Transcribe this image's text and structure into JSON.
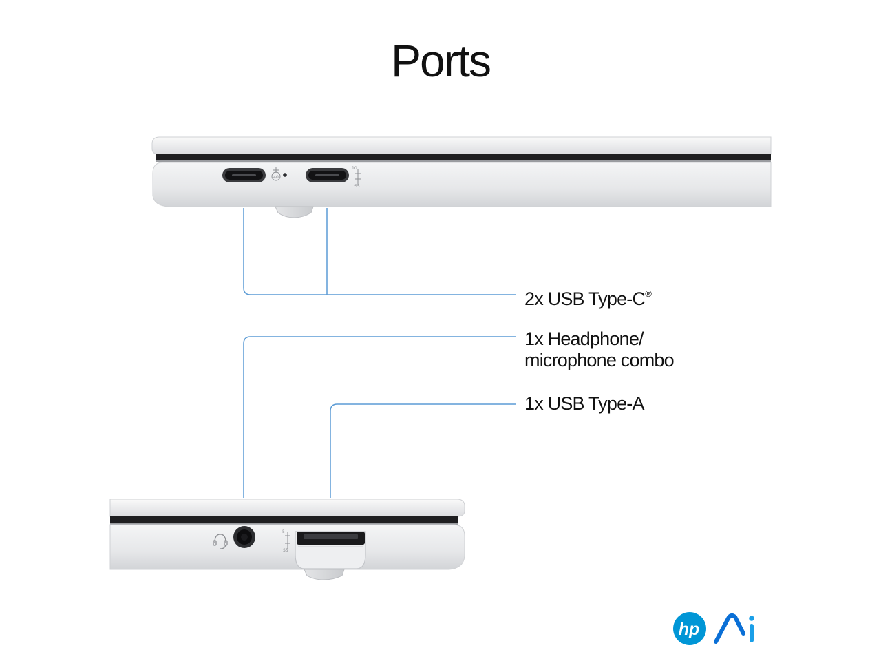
{
  "title": "Ports",
  "callouts": {
    "usb_c": "2x USB Type-C",
    "usb_c_mark": "®",
    "audio_line1": "1x Headphone/",
    "audio_line2": "microphone combo",
    "usb_a": "1x USB Type-A"
  },
  "port_markings": {
    "thunderbolt_speed": "40",
    "usb_c_speed": "10",
    "usb_a_speed": "5"
  },
  "logos": {
    "brand": "hp",
    "ai_mark": "Ai"
  },
  "colors": {
    "callout_line": "#5b9bd5",
    "chassis": "#e7e8ea",
    "port": "#1c1c1e",
    "hp_blue": "#0096d6"
  }
}
